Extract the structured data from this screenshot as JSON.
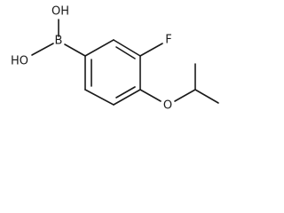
{
  "atoms": {
    "oh_top": "OH",
    "oh_left": "HO",
    "boron": "B",
    "fluorine": "F",
    "oxygen": "O"
  }
}
